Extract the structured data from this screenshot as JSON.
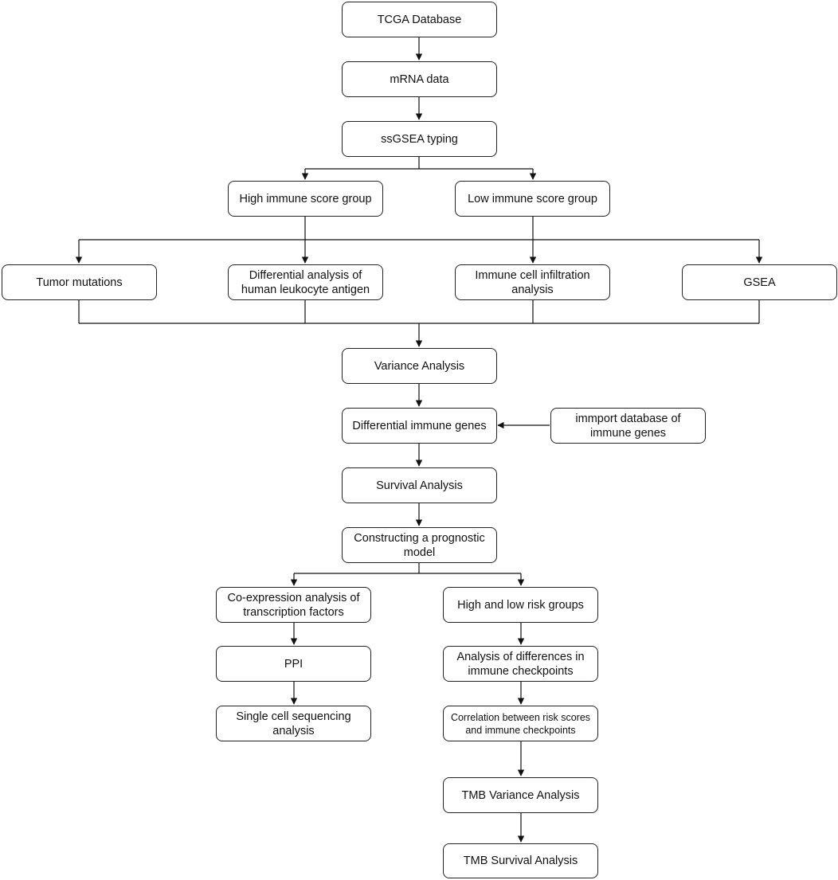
{
  "nodes": {
    "tcga": "TCGA Database",
    "mrna": "mRNA data",
    "ssgsea": "ssGSEA typing",
    "high_immune": "High immune score group",
    "low_immune": "Low immune score group",
    "tumor_mutations": "Tumor mutations",
    "hla_analysis": "Differential analysis of human leukocyte antigen",
    "immune_infiltration": "Immune cell infiltration analysis",
    "gsea": "GSEA",
    "variance_analysis": "Variance Analysis",
    "diff_immune_genes": "Differential immune genes",
    "immport": "immport database of immune genes",
    "survival_analysis": "Survival Analysis",
    "prognostic_model": "Constructing a prognostic model",
    "coexpression_tf": "Co-expression analysis of transcription factors",
    "ppi": "PPI",
    "single_cell": "Single cell sequencing analysis",
    "risk_groups": "High and low risk groups",
    "checkpoint_diff": "Analysis of differences in immune checkpoints",
    "risk_checkpoint_corr": "Correlation between risk scores and immune checkpoints",
    "tmb_variance": "TMB Variance Analysis",
    "tmb_survival": "TMB Survival Analysis"
  }
}
